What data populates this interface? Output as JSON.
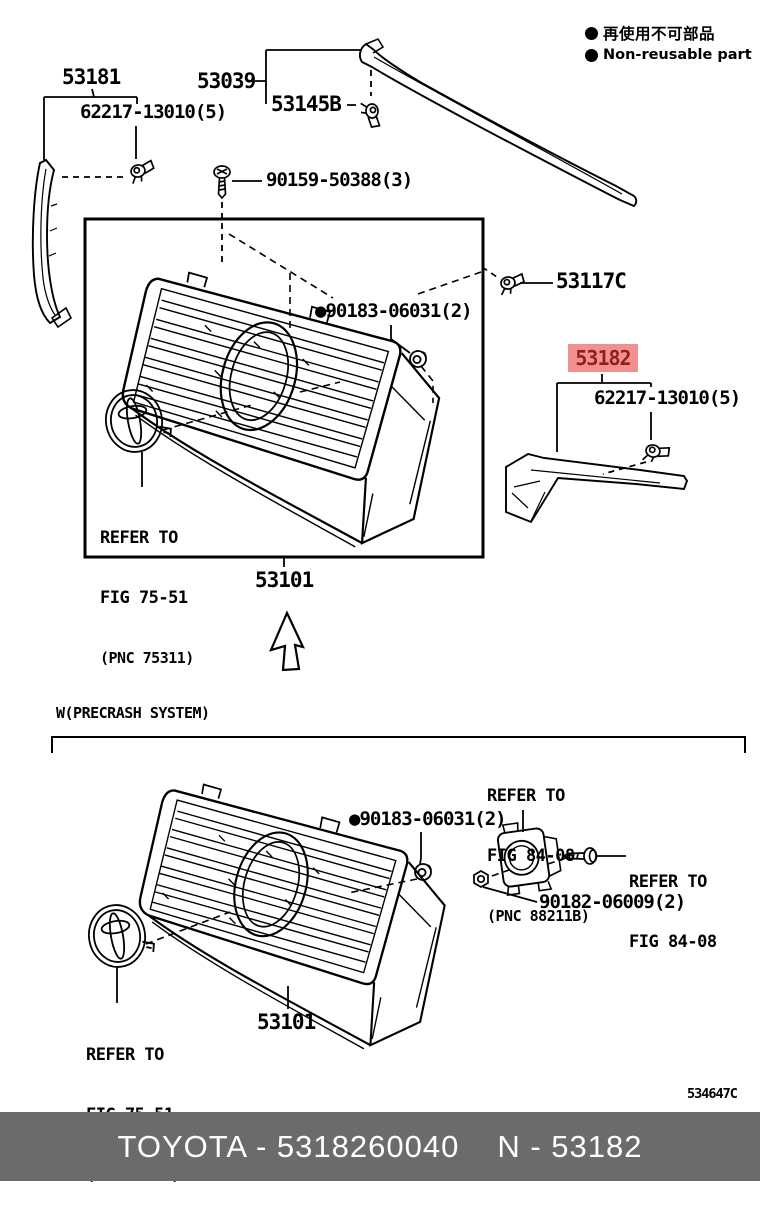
{
  "legend": {
    "non_reusable_jp": "再使用不可部品",
    "non_reusable_en": "Non-reusable part"
  },
  "callouts": {
    "part_53181": "53181",
    "clip_62217_left": "62217-13010(5)",
    "part_53039": "53039",
    "part_53145b": "53145B",
    "screw_90159": "90159-50388(3)",
    "clip_53117c": "53117C",
    "grommet_90183_top": "●90183-06031(2)",
    "part_53182": "53182",
    "clip_62217_right": "62217-13010(5)",
    "grille_top": "53101",
    "emblem_ref_top": {
      "line1": "REFER TO",
      "line2": "FIG 75-51",
      "line3": "(PNC 75311)"
    },
    "precrash_heading": "W(PRECRASH SYSTEM)",
    "sensor_ref": {
      "line1": "REFER TO",
      "line2": "FIG 84-08",
      "line3": "(PNC 88211B)"
    },
    "grommet_90183_bottom": "●90183-06031(2)",
    "screw_ref": {
      "line1": "REFER TO",
      "line2": "FIG 84-08"
    },
    "nut_90182": "90182-06009(2)",
    "emblem_ref_bottom": {
      "line1": "REFER TO",
      "line2": "FIG 75-51",
      "line3": "(PNC 75311)"
    },
    "grille_bottom": "53101",
    "diagram_code": "534647C"
  },
  "footer": {
    "part_label": "TOYOTA - 5318260040",
    "ref_label": "N - 53182"
  },
  "colors": {
    "highlight_bg": "#f29090",
    "highlight_text": "#8e1f1f",
    "footer_bg": "#6b6b6b",
    "footer_text": "#ffffff",
    "line": "#000000"
  }
}
